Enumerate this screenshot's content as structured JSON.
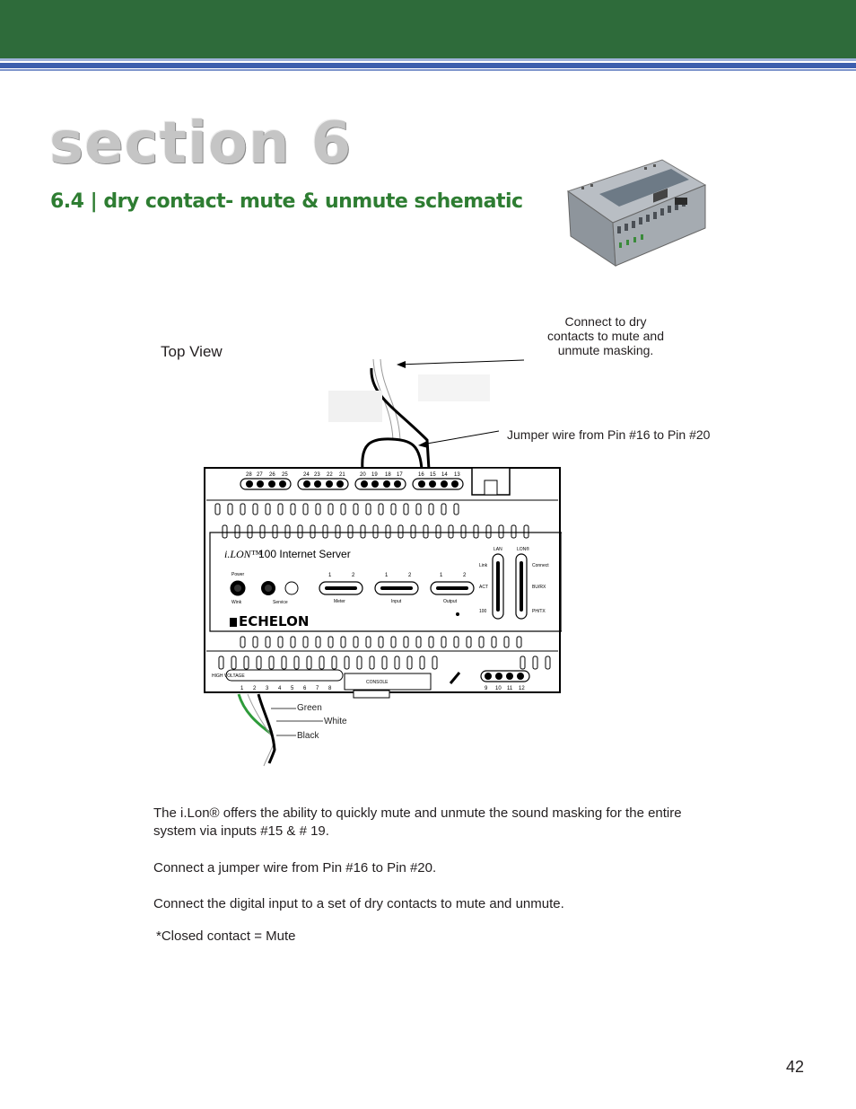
{
  "header": {
    "band_color": "#2e6b3a",
    "rule_color": "#3c5fae"
  },
  "section_title": "section 6",
  "subtitle": "6.4 | dry contact- mute & unmute schematic",
  "diagram": {
    "top_view_label": "Top View",
    "callout_dry_contacts": [
      "Connect to dry",
      "contacts to mute and",
      "unmute masking."
    ],
    "callout_jumper": "Jumper wire from Pin #16 to Pin #20",
    "device_title": "100 Internet Server",
    "brand": "ECHELON",
    "terminal_top_labels": [
      "28",
      "27",
      "26",
      "25",
      "24",
      "23",
      "22",
      "21",
      "20",
      "19",
      "18",
      "17",
      "16",
      "15",
      "14",
      "13"
    ],
    "terminal_bottom_labels": [
      "1",
      "2",
      "3",
      "4",
      "5",
      "6",
      "7",
      "8"
    ],
    "terminal_right_labels": [
      "9",
      "10",
      "11",
      "12"
    ],
    "panel_labels": {
      "power": "Power",
      "wink": "Wink",
      "service": "Service",
      "meter": "Meter",
      "input": "Input",
      "output": "Output",
      "lan": "LAN",
      "lon": "LON®",
      "link": "Link",
      "act": "ACT",
      "speed": "100",
      "connect": "Connect",
      "buzx": "BU/RX",
      "phtx": "PH/TX",
      "high_voltage": "HIGH VOLTAGE",
      "console": "CONSOLE",
      "one": "1",
      "two": "2"
    },
    "wire_labels": [
      "Green",
      "White",
      "Black"
    ]
  },
  "paragraphs": [
    "The i.Lon® offers the ability to quickly mute and unmute the sound masking for the entire system via inputs #15 & # 19.",
    "Connect a jumper wire from Pin #16 to Pin #20.",
    "Connect the digital input to a set of dry contacts to mute and unmute.",
    "*Closed contact = Mute"
  ],
  "page_number": "42"
}
